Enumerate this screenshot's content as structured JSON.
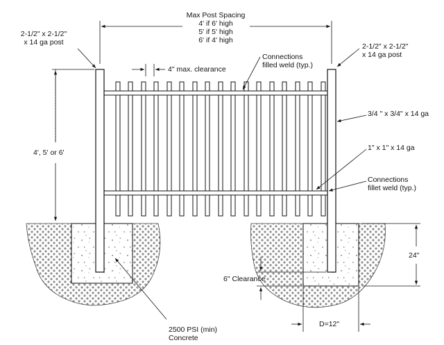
{
  "diagram": {
    "title_lines": [
      "Max Post Spacing",
      "4' if 6' high",
      "5' if 5' high",
      "6' if 4' high"
    ],
    "post_left_label": [
      "2-1/2\" x 2-1/2\"",
      "x 14 ga post"
    ],
    "post_right_label": [
      "2-1/2\" x 2-1/2\"",
      "x 14 ga post"
    ],
    "clearance_max": "4\" max. clearance",
    "connections_top": [
      "Connections",
      "filled weld (typ.)"
    ],
    "picket_size": "3/4 \" x 3/4\" x 14 ga",
    "rail_size": "1\" x 1\" x 14 ga",
    "connections_bottom": [
      "Connections",
      "fillet weld (typ.)"
    ],
    "height_options": "4', 5' or 6'",
    "footing_depth": "24\"",
    "bottom_clearance": "6\" Clearance",
    "footing_width": "D=12\"",
    "concrete": [
      "2500 PSI (min)",
      "Concrete"
    ]
  },
  "colors": {
    "line": "#111111",
    "soil": "#555555",
    "concrete": "#ffffff"
  }
}
